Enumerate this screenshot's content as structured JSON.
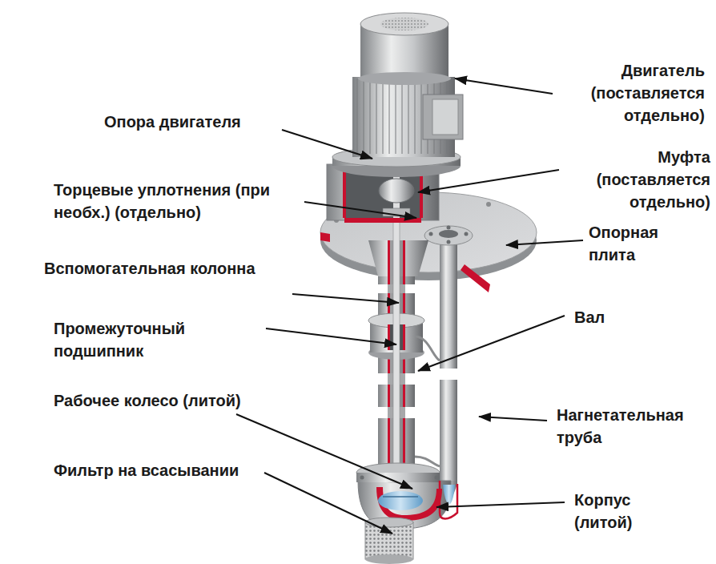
{
  "diagram": {
    "labels": [
      "Двигатель (поставляется отдельно)",
      "Опора двигателя",
      "Муфта (поставляется отдельно)",
      "Торцевые уплотнения (при необх.) (отдельно)",
      "Опорная плита",
      "Вспомогательная колонна",
      "Вал",
      "Промежуточный подшипник",
      "Рабочее колесо (литой)",
      "Нагнетательная труба",
      "Фильтр на всасывании",
      "Корпус (литой)"
    ]
  }
}
